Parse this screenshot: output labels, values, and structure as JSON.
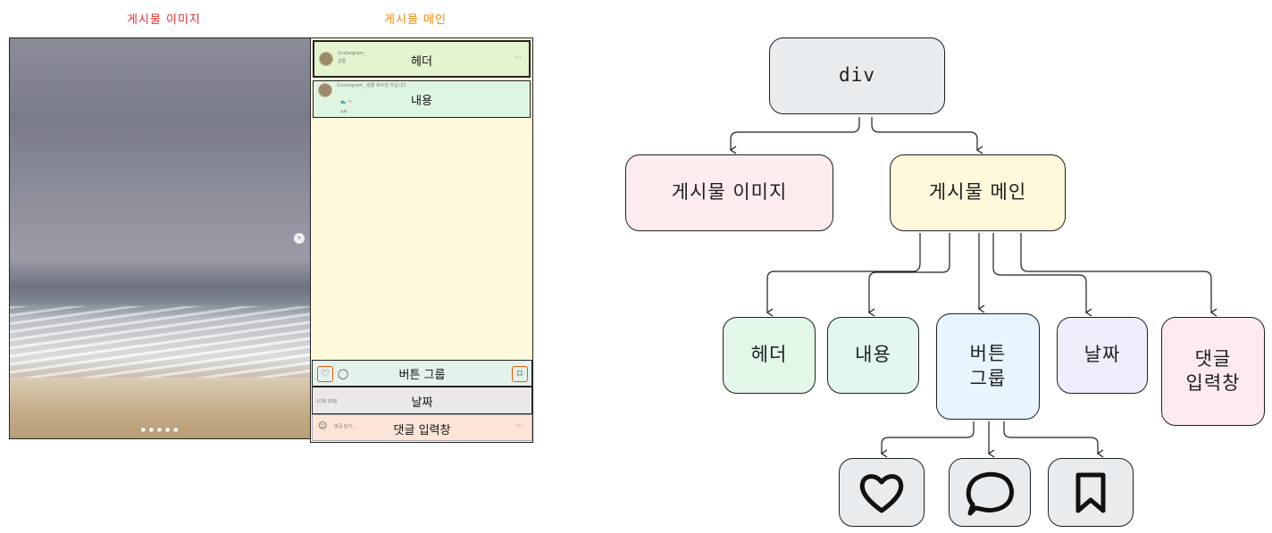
{
  "mockup": {
    "image_caption": "게시물 이미지",
    "main_caption": "게시물 메인",
    "header_label": "헤더",
    "header_user": "1nstargram_",
    "header_sub": "강릉",
    "header_more": "···",
    "content_label": "내용",
    "content_text": "1nstargram_ 강릉 회수원 아닙니다",
    "content_meta": "🏊 🐚",
    "content_time": "4주",
    "buttons_label": "버튼 그룹",
    "date_label": "날짜",
    "date_small": "10월 30일",
    "comment_label": "댓글 입력창",
    "comment_placeholder": "댓글 달기...",
    "comment_post": "게시",
    "image_next": "›",
    "image_dots": "● ● ● ● ●"
  },
  "diagram": {
    "root": "div",
    "image": "게시물 이미지",
    "main": "게시물 메인",
    "header": "헤더",
    "content": "내용",
    "buttons": "버튼\n그룹",
    "date": "날짜",
    "comment": "댓글\n입력창"
  },
  "icons": [
    "heart-icon",
    "comment-bubble-icon",
    "bookmark-icon"
  ],
  "colors": {
    "root": "#e9ecef",
    "image": "#fdecee",
    "main": "#fff9db",
    "header": "#e2f7e8",
    "content": "#e0f6ef",
    "buttons": "#e7f5ff",
    "date": "#efecfb",
    "comment": "#fdeaf0",
    "icon_box": "#e9ecef",
    "caption_red": "#e03131",
    "caption_orange": "#f08c00"
  }
}
